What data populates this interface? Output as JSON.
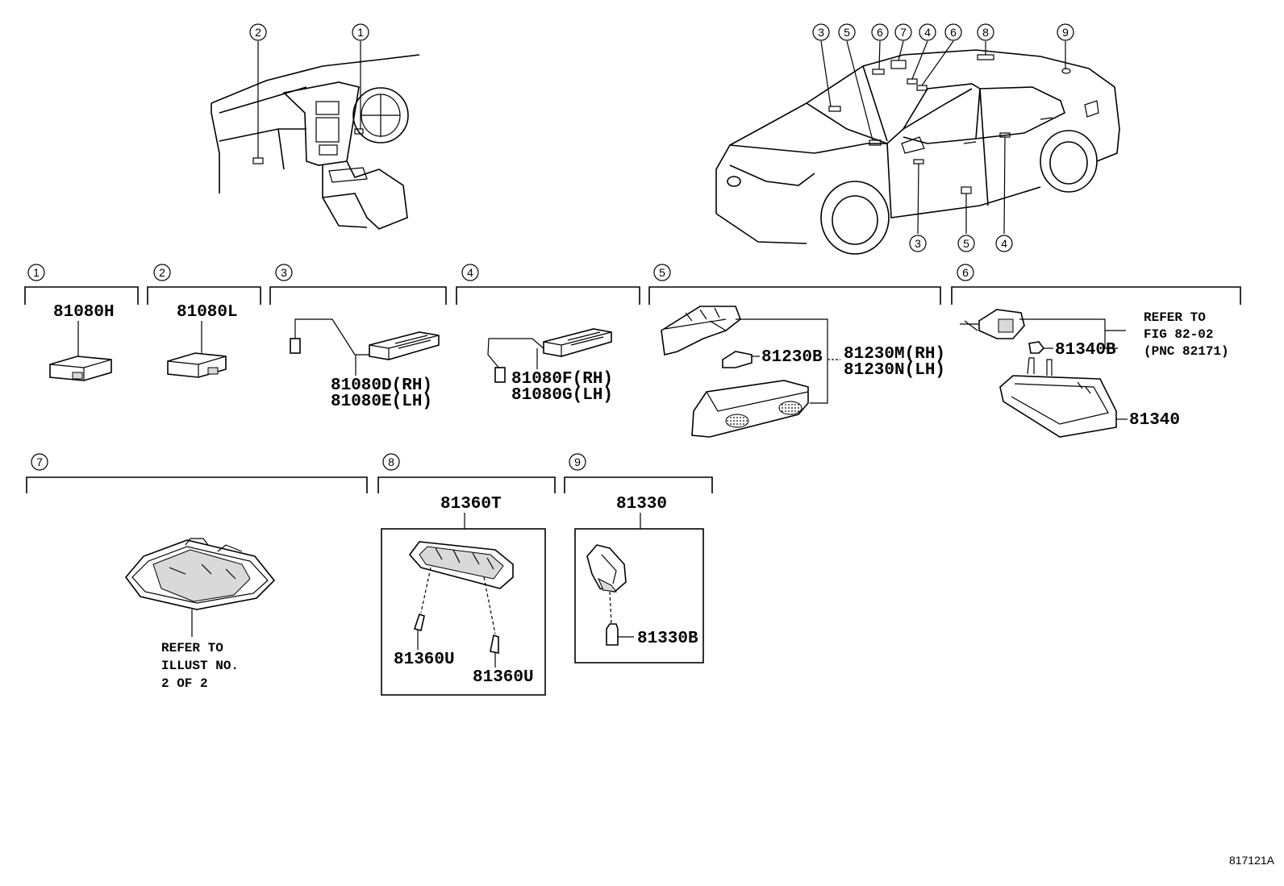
{
  "drawing_id": "817121A",
  "callout_numbers": [
    "1",
    "2",
    "3",
    "4",
    "5",
    "6",
    "7",
    "8",
    "9"
  ],
  "sections": [
    {
      "num": "1",
      "parts": [
        "81080H"
      ]
    },
    {
      "num": "2",
      "parts": [
        "81080L"
      ]
    },
    {
      "num": "3",
      "parts": [
        "81080D(RH)",
        "81080E(LH)"
      ]
    },
    {
      "num": "4",
      "parts": [
        "81080F(RH)",
        "81080G(LH)"
      ]
    },
    {
      "num": "5",
      "parts": [
        "81230B",
        "81230M(RH)",
        "81230N(LH)"
      ]
    },
    {
      "num": "6",
      "parts": [
        "81340B",
        "81340"
      ],
      "refer": [
        "REFER TO",
        "FIG 82-02",
        "(PNC 82171)"
      ]
    },
    {
      "num": "7",
      "refer": [
        "REFER TO",
        "ILLUST NO.",
        "2 OF 2"
      ]
    },
    {
      "num": "8",
      "parts": [
        "81360T",
        "81360U",
        "81360U"
      ]
    },
    {
      "num": "9",
      "parts": [
        "81330",
        "81330B"
      ]
    }
  ]
}
